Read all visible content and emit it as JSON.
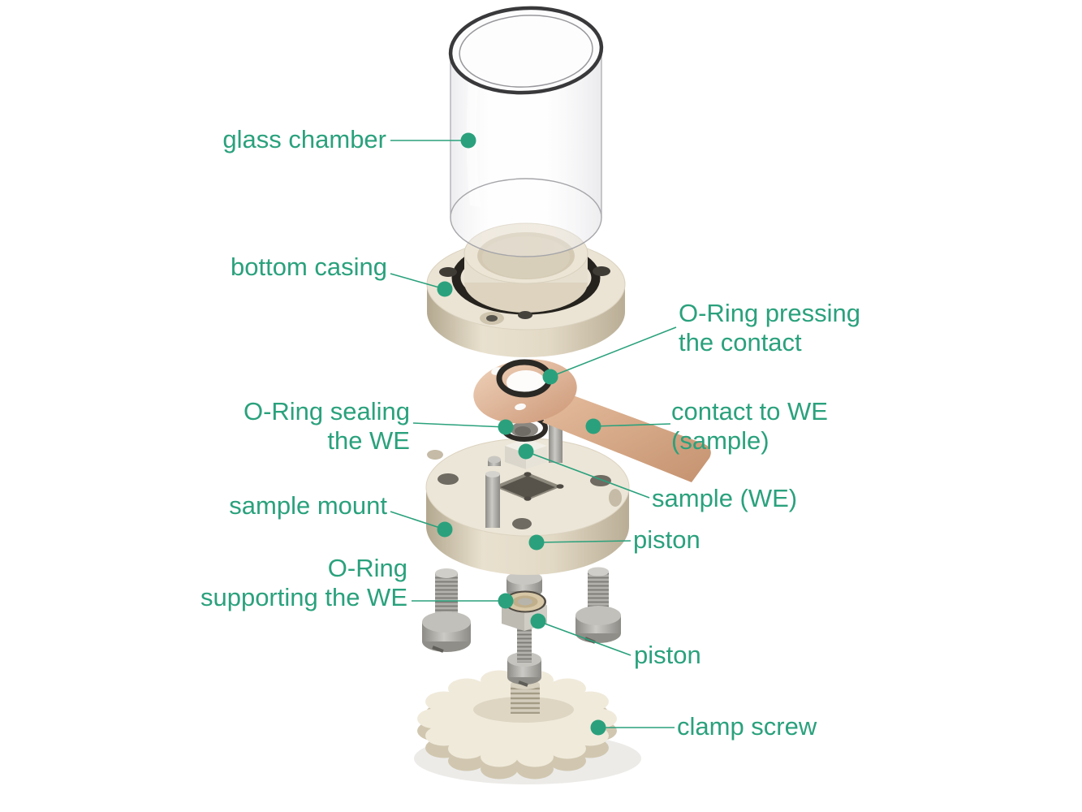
{
  "figure": {
    "type": "exploded-assembly-diagram",
    "subject": "electrochemical cell exploded view",
    "accent": "#2aa17c",
    "background": "#ffffff"
  },
  "labels": {
    "glass_chamber": {
      "lines": [
        "glass chamber"
      ]
    },
    "bottom_casing": {
      "lines": [
        "bottom casing"
      ]
    },
    "oring_pressing": {
      "lines": [
        "O-Ring pressing",
        "the contact"
      ]
    },
    "oring_sealing": {
      "lines": [
        "O-Ring sealing",
        "the WE"
      ]
    },
    "contact_to_we": {
      "lines": [
        "contact to WE",
        "(sample)"
      ]
    },
    "sample_we": {
      "lines": [
        "sample (WE)"
      ]
    },
    "sample_mount": {
      "lines": [
        "sample mount"
      ]
    },
    "piston_upper": {
      "lines": [
        "piston"
      ]
    },
    "oring_supporting": {
      "lines": [
        "O-Ring",
        "supporting the WE"
      ]
    },
    "piston_lower": {
      "lines": [
        "piston"
      ]
    },
    "clamp_screw": {
      "lines": [
        "clamp screw"
      ]
    }
  },
  "palette": {
    "body_cream": "#ece5d6",
    "body_cream_shade": "#c9bfa8",
    "metal_grey": "#a8a6a0",
    "copper": "#d9ad8e",
    "oring_black": "#2b2824",
    "oring_tan": "#d7c7a6",
    "glass_rim": "#39393b"
  }
}
